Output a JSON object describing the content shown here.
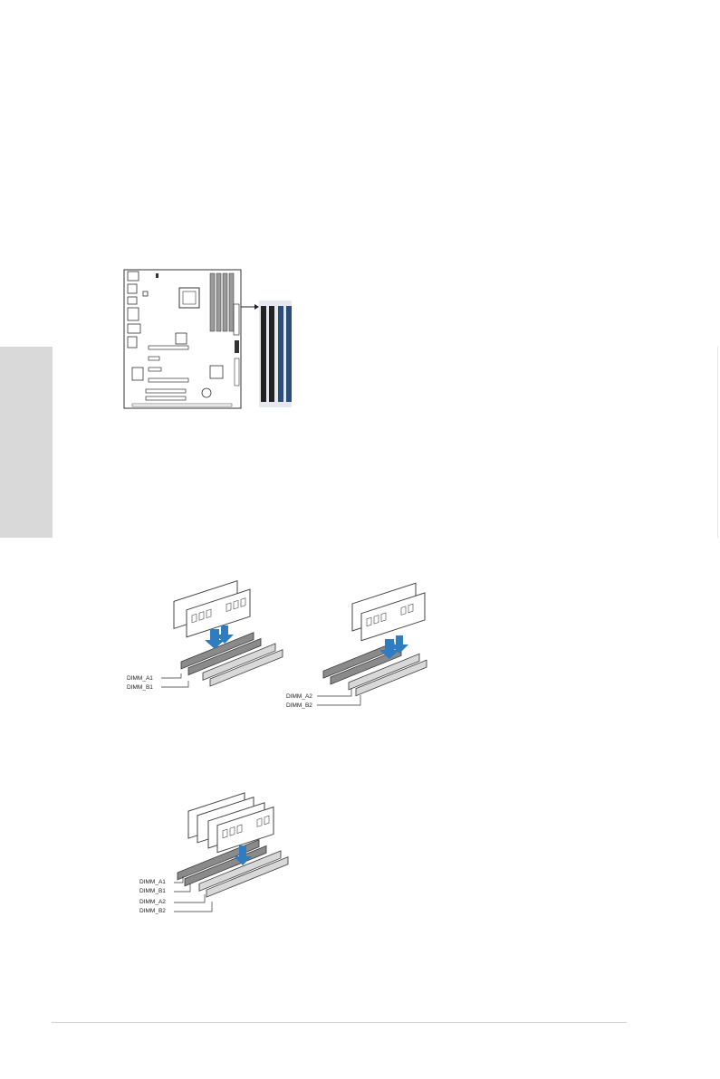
{
  "figures": {
    "two_module_a": {
      "labels": [
        "DIMM_A1",
        "DIMM_B1"
      ]
    },
    "two_module_b": {
      "labels": [
        "DIMM_A2",
        "DIMM_B2"
      ]
    },
    "four_module": {
      "labels": [
        "DIMM_A1",
        "DIMM_B1",
        "DIMM_A2",
        "DIMM_B2"
      ]
    }
  },
  "colors": {
    "side_tab": "#d9d9d9",
    "slot_dark": "#222222",
    "slot_blue": "#2b4d7a",
    "arrow_blue": "#2f7cc1"
  }
}
